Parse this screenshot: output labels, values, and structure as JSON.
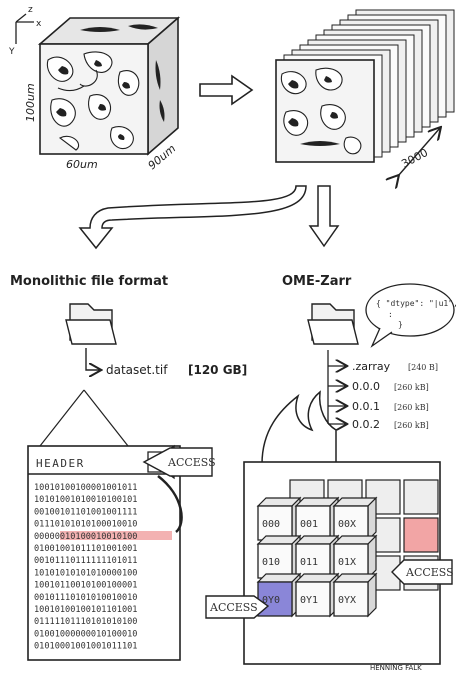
{
  "axes": {
    "z": "z",
    "x": "x",
    "y": "Y"
  },
  "cube": {
    "depth_label": "100um",
    "width_label": "60um",
    "length_label": "90um"
  },
  "stack": {
    "count_label": "3000"
  },
  "headings": {
    "left": "Monolithic file format",
    "right": "OME-Zarr"
  },
  "tif": {
    "filename": "dataset.tif",
    "size": "[120 GB]"
  },
  "zarr_files": [
    {
      "name": ".zarray",
      "size": "[240 B]"
    },
    {
      "name": "0.0.0",
      "size": "[260 kB]"
    },
    {
      "name": "0.0.1",
      "size": "[260 kB]"
    },
    {
      "name": "0.0.2",
      "size": "[260 kB]"
    }
  ],
  "bubble": {
    "text": "{ \"dtype\": \"|u1\",",
    "dots": ":",
    "close": "}"
  },
  "header_label": "HEADER",
  "access_label": "ACCESS",
  "binary_rows": [
    "10010100100001001011",
    "10101001010010100101",
    "00100101101001001111",
    "01110101010100010010",
    "00000010100010010100",
    "01001001011101001001",
    "00101110111111101011",
    "10101010101010000100",
    "10010110010100100001",
    "00101110101010010010",
    "10010100100101101001",
    "01111101110101010100",
    "01001000000010100010",
    "01010001001001011101"
  ],
  "chunk_labels": [
    "000",
    "001",
    "00X",
    "010",
    "011",
    "01X",
    "0Y0",
    "0Y1",
    "0YX"
  ],
  "signature": "HENNING FALK",
  "colors": {
    "highlight": "#f3b2b2",
    "chunk_red": "#f2a5a5",
    "chunk_blue": "#8a86d8"
  }
}
